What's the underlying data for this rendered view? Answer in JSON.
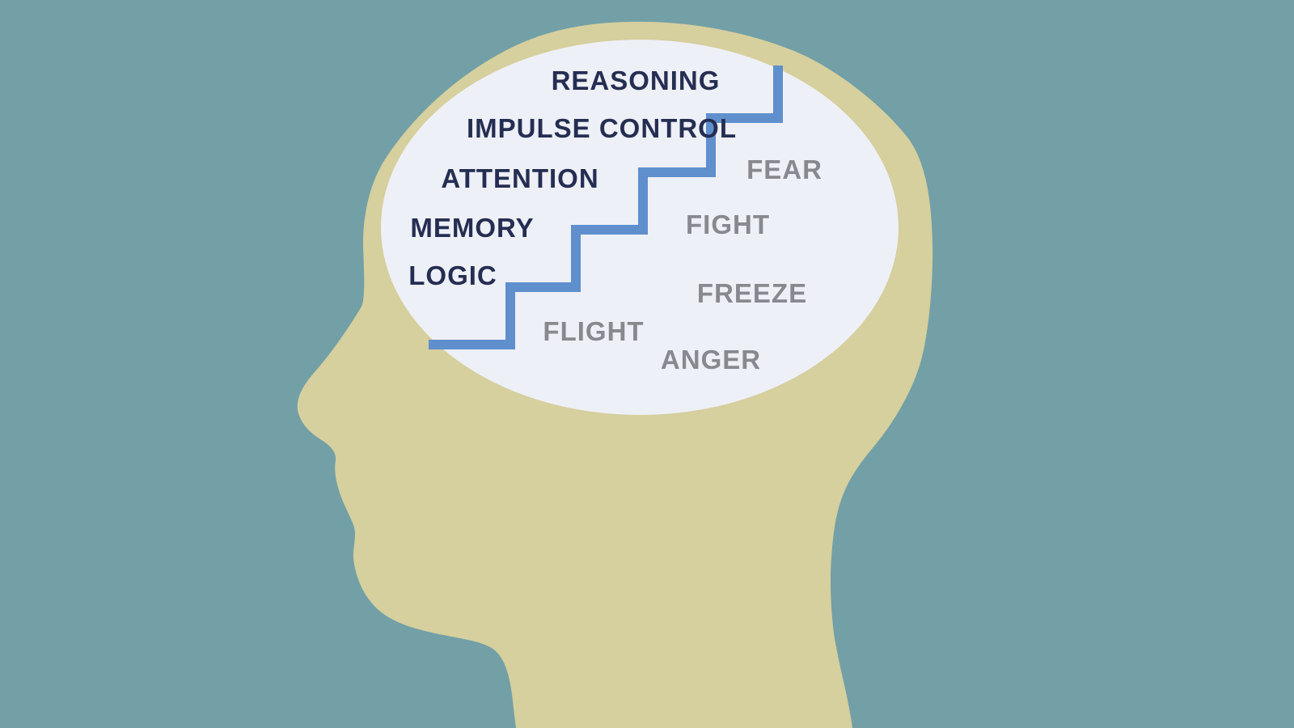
{
  "diagram": {
    "description": "Upstairs brain vs downstairs brain staircase diagram inside a head silhouette",
    "upstairs_brain": {
      "labels": [
        "REASONING",
        "IMPULSE CONTROL",
        "ATTENTION",
        "MEMORY",
        "LOGIC"
      ]
    },
    "downstairs_brain": {
      "labels": [
        "FEAR",
        "FIGHT",
        "FREEZE",
        "FLIGHT",
        "ANGER"
      ]
    }
  },
  "colors": {
    "background": "#72a0a6",
    "head_silhouette": "#d6cf9e",
    "brain_region": "#eef0f7",
    "staircase": "#5f8fcd",
    "upstairs_text": "#252e52",
    "downstairs_text": "#87898e"
  }
}
